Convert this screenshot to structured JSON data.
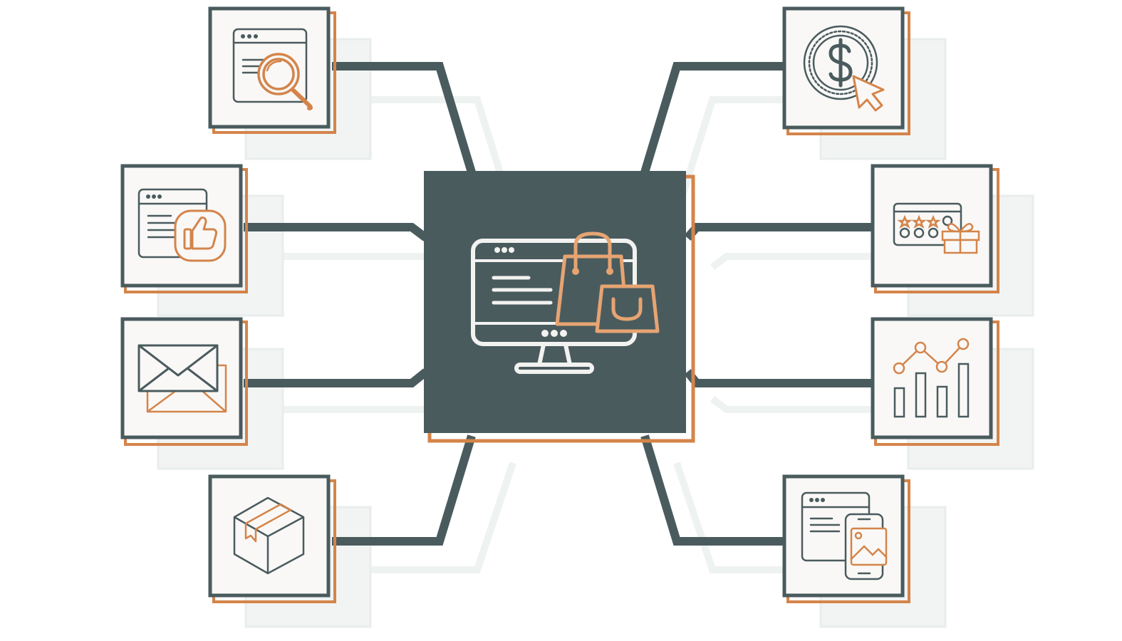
{
  "diagram": {
    "hub": {
      "icons": [
        "desktop-monitor-icon",
        "shopping-bag-icon",
        "shopping-bag-icon"
      ]
    },
    "nodes": [
      {
        "id": "search",
        "icon": "browser-search-icon"
      },
      {
        "id": "reviews",
        "icon": "browser-thumbs-up-icon"
      },
      {
        "id": "email",
        "icon": "envelope-icon"
      },
      {
        "id": "shipping",
        "icon": "package-box-icon"
      },
      {
        "id": "payment",
        "icon": "dollar-coin-cursor-icon"
      },
      {
        "id": "loyalty",
        "icon": "rating-card-gift-icon"
      },
      {
        "id": "analytics",
        "icon": "bar-line-chart-icon"
      },
      {
        "id": "responsive",
        "icon": "browser-mobile-image-icon"
      }
    ]
  },
  "colors": {
    "dark_slate": "#4a5b5e",
    "orange": "#d4844a",
    "tile_bg": "#f9f8f6",
    "shadow": "#e9eeed",
    "hub_line": "#eef2f2"
  }
}
